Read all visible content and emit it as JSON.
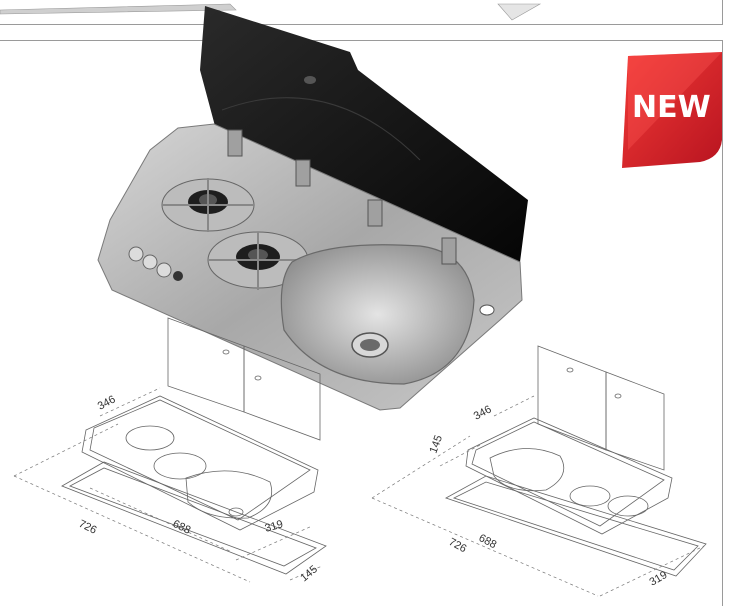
{
  "badge": {
    "label": "NEW",
    "color": "#e0202a"
  },
  "left_drawing": {
    "dims": {
      "width": "726",
      "depth": "346",
      "inner_width": "688",
      "sink_width": "319",
      "height": "145"
    }
  },
  "right_drawing": {
    "dims": {
      "depth": "346",
      "height": "145",
      "width": "726",
      "inner_width": "688",
      "sink_width": "319"
    }
  }
}
